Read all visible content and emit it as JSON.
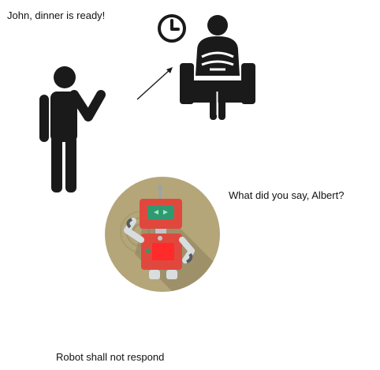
{
  "texts": {
    "person_speech": "John, dinner is ready!",
    "robot_speech": "What did you say, Albert?",
    "caption": "Robot shall not respond"
  },
  "icons": {
    "standing_person": "standing-person-pointing-icon",
    "clock": "clock-icon",
    "seated_person": "person-reading-in-armchair-icon",
    "arrow": "arrow-up-right-icon",
    "robot": "robot-badge-icon"
  },
  "colors": {
    "figure": "#1a1a1a",
    "robot_badge": "#b4a679",
    "robot_body": "#e0483e",
    "robot_screen": "#2f9a70"
  }
}
